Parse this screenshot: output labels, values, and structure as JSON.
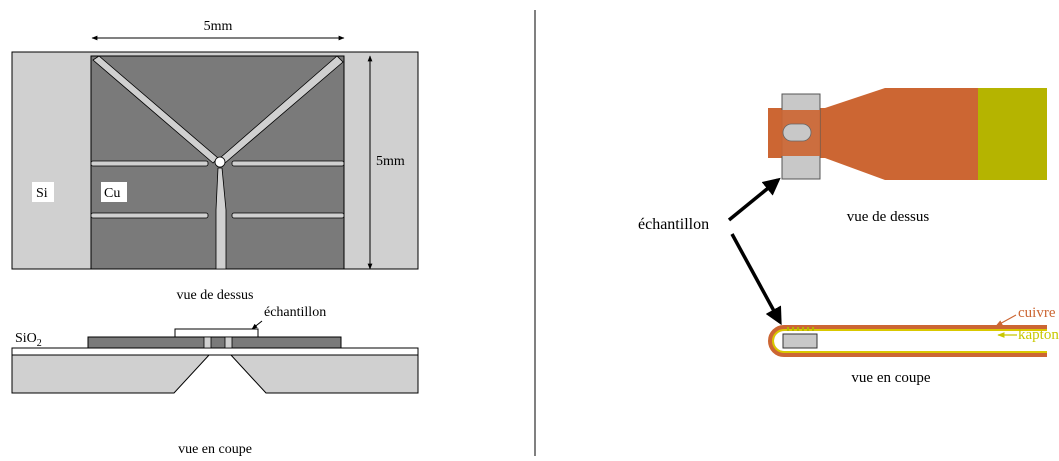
{
  "left_panel": {
    "top_dimension": "5mm",
    "side_dimension": "5mm",
    "label_si": "Si",
    "label_cu": "Cu",
    "caption_top": "vue de dessus",
    "label_sio2_base": "SiO",
    "label_sio2_sub": "2",
    "label_sample": "échantillon",
    "caption_section": "vue en coupe"
  },
  "right_panel": {
    "label_sample": "échantillon",
    "caption_top": "vue de dessus",
    "caption_section": "vue en coupe",
    "label_copper": "cuivre",
    "label_kapton": "kapton"
  },
  "colors": {
    "silicon": "#d0d0d0",
    "copper_film": "#7a7a7a",
    "copper_flex": "#cc6633",
    "kapton": "#b5b400",
    "sample_gray": "#c8c8c8",
    "kapton_label": "#c8c800"
  }
}
